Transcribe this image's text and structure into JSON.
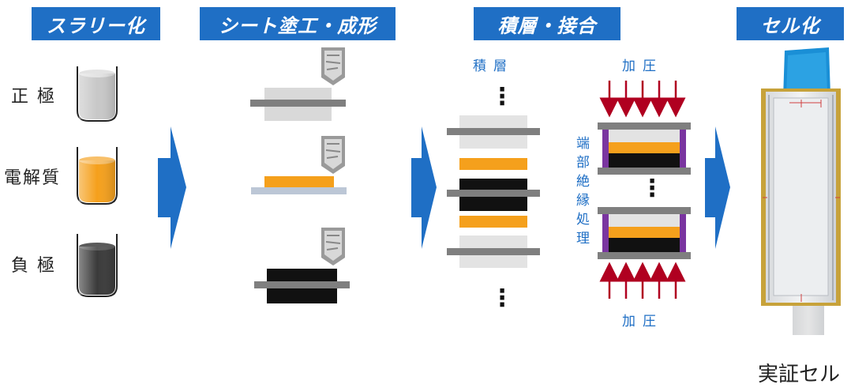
{
  "steps": [
    {
      "label": "スラリー化"
    },
    {
      "label": "シート塗工・成形"
    },
    {
      "label": "積層・接合"
    },
    {
      "label": "セル化"
    }
  ],
  "slurries": [
    {
      "label": "正 極",
      "color": "#c8c8c8"
    },
    {
      "label": "電解質",
      "color": "#f5a01c"
    },
    {
      "label": "負 極",
      "color": "#3a3a3a"
    }
  ],
  "stacking": {
    "label": "積層",
    "dots": "⋮"
  },
  "pressing": {
    "top_label": "加圧",
    "bottom_label": "加圧",
    "side_label": "端部絶縁処理"
  },
  "cell": {
    "caption": "実証セル"
  },
  "colors": {
    "header_blue": "#1f6fc5",
    "arrow_blue": "#1f6fc5",
    "cathode": "#d9d9d9",
    "electrolyte": "#f5a01c",
    "anode": "#111111",
    "current_collector": "#7f7f7f",
    "insulation": "#7a35a0",
    "press_arrow": "#b00020"
  }
}
